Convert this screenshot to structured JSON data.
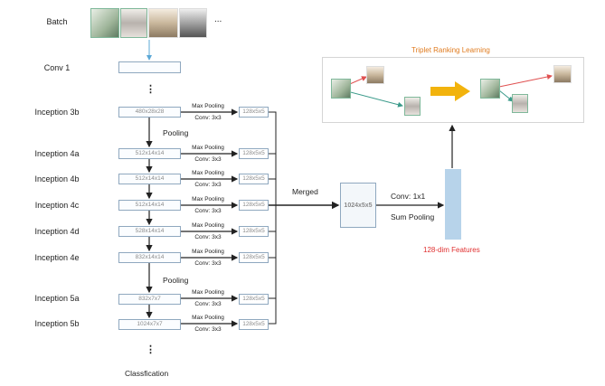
{
  "labels": {
    "batch": "Batch",
    "ellipsis": "...",
    "conv1": "Conv 1",
    "classification": "Classfication",
    "merged": "Merged",
    "conv1x1": "Conv: 1x1",
    "sum_pooling": "Sum Pooling",
    "features": "128-dim Features",
    "triplet": "Triplet Ranking Learning",
    "pooling": "Pooling",
    "merged_box": "1024x5x5",
    "vdots": "⋮"
  },
  "rows": [
    {
      "name": "Inception 3b",
      "dim": "480x28x28",
      "op1": "Max Pooling",
      "op2": "Conv: 3x3",
      "out": "128x5x5"
    },
    {
      "name": "Inception 4a",
      "dim": "512x14x14",
      "op1": "Max Pooling",
      "op2": "Conv: 3x3",
      "out": "128x5x5"
    },
    {
      "name": "Inception 4b",
      "dim": "512x14x14",
      "op1": "Max Pooling",
      "op2": "Conv: 3x3",
      "out": "128x5x5"
    },
    {
      "name": "Inception 4c",
      "dim": "512x14x14",
      "op1": "Max Pooling",
      "op2": "Conv: 3x3",
      "out": "128x5x5"
    },
    {
      "name": "Inception 4d",
      "dim": "528x14x14",
      "op1": "Max Pooling",
      "op2": "Conv: 3x3",
      "out": "128x5x5"
    },
    {
      "name": "Inception 4e",
      "dim": "832x14x14",
      "op1": "Max Pooling",
      "op2": "Conv: 3x3",
      "out": "128x5x5"
    },
    {
      "name": "Inception 5a",
      "dim": "832x7x7",
      "op1": "Max Pooling",
      "op2": "Conv: 3x3",
      "out": "128x5x5"
    },
    {
      "name": "Inception 5b",
      "dim": "1024x7x7",
      "op1": "Max Pooling",
      "op2": "Conv: 3x3",
      "out": "128x5x5"
    }
  ],
  "colors": {
    "box_border": "#8fa8bf",
    "feature_bar": "#b7d3ea",
    "conv1_arrow": "#5ba8d6",
    "triplet_title": "#e07b1f",
    "feature_label": "#e03030",
    "big_arrow": "#f2b30d",
    "red_edge": "#e05050",
    "teal_edge": "#3a9a8a"
  },
  "icons": [
    "clothing-photo-thumbnail",
    "orange-right-arrow"
  ]
}
